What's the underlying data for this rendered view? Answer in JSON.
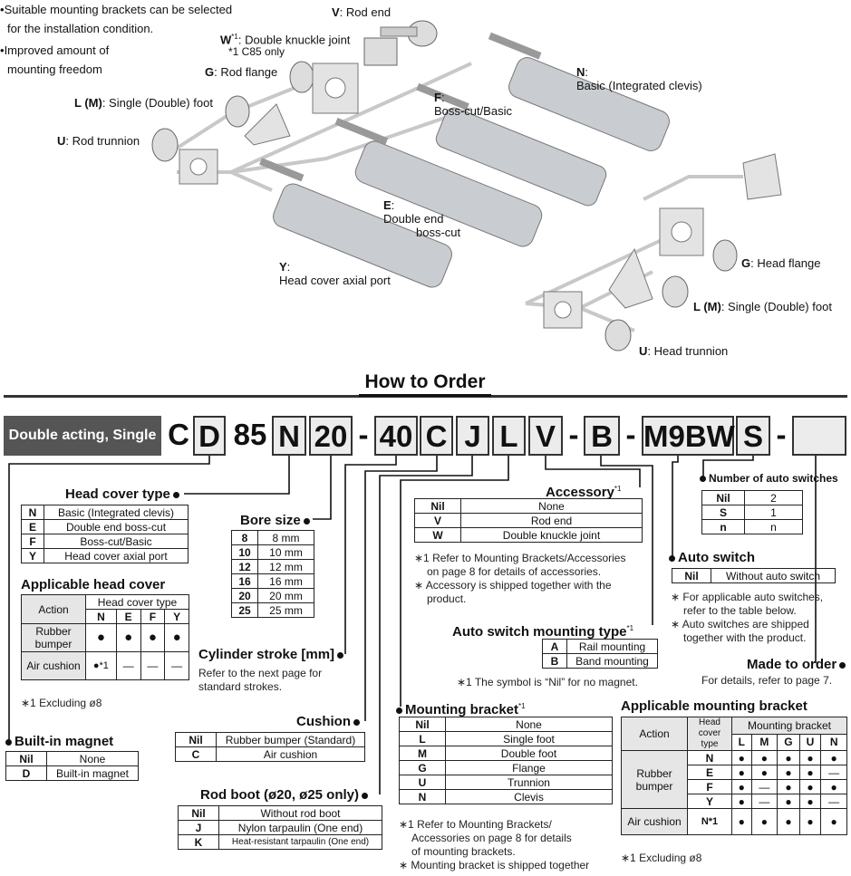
{
  "intro": [
    "Suitable mounting brackets can be selected",
    "for the installation condition.",
    "Improved amount of",
    "mounting freedom"
  ],
  "diagram_labels": {
    "V": {
      "code": "V",
      "text": ": Rod end"
    },
    "W": {
      "code": "W",
      "sup": "*1",
      "text": ": Double knuckle joint",
      "note": "*1  C85 only"
    },
    "G_rod": {
      "code": "G",
      "text": ": Rod flange"
    },
    "L_rod": {
      "code": "L (M)",
      "text": ": Single (Double) foot"
    },
    "U_rod": {
      "code": "U",
      "text": ": Rod trunnion"
    },
    "N": {
      "code": "N",
      "text": ":",
      "text2": "Basic (Integrated clevis)"
    },
    "F": {
      "code": "F",
      "text": ":",
      "text2": "Boss-cut/Basic"
    },
    "E": {
      "code": "E",
      "text": ":",
      "text2": "Double end",
      "text3": "boss-cut"
    },
    "Y": {
      "code": "Y",
      "text": ":",
      "text2": "Head cover axial port"
    },
    "G_head": {
      "code": "G",
      "text": ": Head flange"
    },
    "L_head": {
      "code": "L (M)",
      "text": ": Single (Double) foot"
    },
    "U_head": {
      "code": "U",
      "text": ": Head trunnion"
    }
  },
  "how_to_order": "How to Order",
  "order_code": {
    "label": "Double acting, Single rod",
    "parts": [
      "C",
      "D",
      "85",
      "N",
      "20",
      "-",
      "40",
      "C",
      "J",
      "L",
      "V",
      "-",
      "B",
      "-",
      "M9BW",
      "S",
      "-",
      ""
    ]
  },
  "head_cover_type": {
    "title": "Head cover type",
    "rows": [
      [
        "N",
        "Basic (Integrated clevis)"
      ],
      [
        "E",
        "Double end boss-cut"
      ],
      [
        "F",
        "Boss-cut/Basic"
      ],
      [
        "Y",
        "Head cover axial port"
      ]
    ]
  },
  "applicable_head_cover": {
    "title": "Applicable head cover",
    "col_action": "Action",
    "col_group": "Head cover type",
    "cols": [
      "N",
      "E",
      "F",
      "Y"
    ],
    "rows": [
      {
        "action": "Rubber bumper",
        "vals": [
          "●",
          "●",
          "●",
          "●"
        ]
      },
      {
        "action": "Air cushion",
        "vals": [
          "●*1",
          "—",
          "—",
          "—"
        ]
      }
    ],
    "note": "∗1  Excluding ø8"
  },
  "built_in_magnet": {
    "title": "Built-in magnet",
    "rows": [
      [
        "Nil",
        "None"
      ],
      [
        "D",
        "Built-in magnet"
      ]
    ]
  },
  "bore_size": {
    "title": "Bore size",
    "rows": [
      [
        "8",
        "8 mm"
      ],
      [
        "10",
        "10 mm"
      ],
      [
        "12",
        "12 mm"
      ],
      [
        "16",
        "16 mm"
      ],
      [
        "20",
        "20 mm"
      ],
      [
        "25",
        "25 mm"
      ]
    ]
  },
  "cylinder_stroke": {
    "title": "Cylinder stroke [mm]",
    "text": [
      "Refer to the next page for",
      "standard strokes."
    ]
  },
  "cushion": {
    "title": "Cushion",
    "rows": [
      [
        "Nil",
        "Rubber bumper (Standard)"
      ],
      [
        "C",
        "Air cushion"
      ]
    ]
  },
  "rod_boot": {
    "title": "Rod boot (ø20, ø25 only)",
    "rows": [
      [
        "Nil",
        "Without rod boot"
      ],
      [
        "J",
        "Nylon tarpaulin (One end)"
      ],
      [
        "K",
        "Heat-resistant tarpaulin (One end)"
      ]
    ]
  },
  "accessory": {
    "title": "Accessory",
    "sup": "*1",
    "rows": [
      [
        "Nil",
        "None"
      ],
      [
        "V",
        "Rod end"
      ],
      [
        "W",
        "Double knuckle joint"
      ]
    ],
    "notes": [
      "∗1  Refer to Mounting Brackets/Accessories",
      "on page 8 for details of accessories.",
      "∗  Accessory is shipped together with the",
      "product."
    ]
  },
  "auto_switch_mounting": {
    "title": "Auto switch mounting type",
    "sup": "*1",
    "rows": [
      [
        "A",
        "Rail mounting"
      ],
      [
        "B",
        "Band mounting"
      ]
    ],
    "note": "∗1  The symbol is “Nil” for no magnet."
  },
  "mounting_bracket": {
    "title": "Mounting bracket",
    "sup": "*1",
    "rows": [
      [
        "Nil",
        "None"
      ],
      [
        "L",
        "Single foot"
      ],
      [
        "M",
        "Double foot"
      ],
      [
        "G",
        "Flange"
      ],
      [
        "U",
        "Trunnion"
      ],
      [
        "N",
        "Clevis"
      ]
    ],
    "notes": [
      "∗1  Refer to Mounting Brackets/",
      "Accessories on page 8 for details",
      "of mounting brackets.",
      "∗  Mounting bracket is shipped together"
    ]
  },
  "number_of_auto_switches": {
    "title": "Number of auto switches",
    "rows": [
      [
        "Nil",
        "2"
      ],
      [
        "S",
        "1"
      ],
      [
        "n",
        "n"
      ]
    ]
  },
  "auto_switch": {
    "title": "Auto switch",
    "rows": [
      [
        "Nil",
        "Without auto switch"
      ]
    ],
    "notes": [
      "∗  For applicable auto switches,",
      "refer to the table below.",
      "∗  Auto switches are shipped",
      "together with the product."
    ]
  },
  "made_to_order": {
    "title": "Made to order",
    "text": "For details, refer to page 7."
  },
  "applicable_mounting_bracket": {
    "title": "Applicable mounting bracket",
    "col_action": "Action",
    "col_head": "Head cover type",
    "col_group": "Mounting bracket",
    "cols": [
      "L",
      "M",
      "G",
      "U",
      "N"
    ],
    "rows": [
      {
        "action": "Rubber bumper",
        "head": "N",
        "vals": [
          "●",
          "●",
          "●",
          "●",
          "●"
        ]
      },
      {
        "action": "",
        "head": "E",
        "vals": [
          "●",
          "●",
          "●",
          "●",
          "—"
        ]
      },
      {
        "action": "",
        "head": "F",
        "vals": [
          "●",
          "—",
          "●",
          "●",
          "●"
        ]
      },
      {
        "action": "",
        "head": "Y",
        "vals": [
          "●",
          "—",
          "●",
          "●",
          "—"
        ]
      },
      {
        "action": "Air cushion",
        "head": "N*1",
        "vals": [
          "●",
          "●",
          "●",
          "●",
          "●"
        ]
      }
    ],
    "note": "∗1  Excluding ø8"
  }
}
